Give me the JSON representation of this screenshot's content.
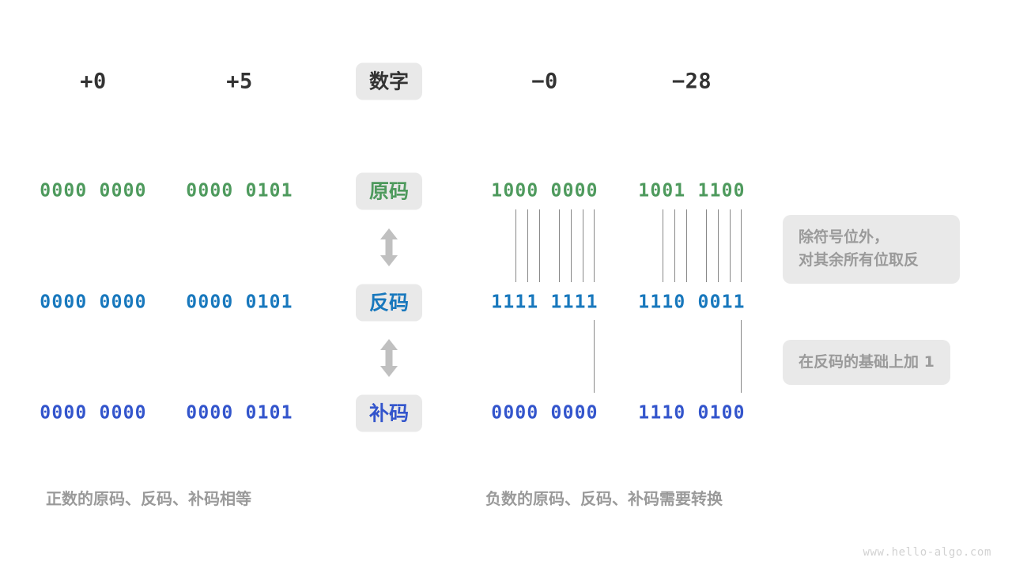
{
  "figure": {
    "watermark": "www.hello-algo.com",
    "colors": {
      "green": "#4e9a5d",
      "blue": "#1878bd",
      "indigo": "#3355cc",
      "chip_bg": "#e9e9e9",
      "muted": "#9a9a9a",
      "line": "#888888",
      "background": "#ffffff"
    }
  },
  "header": {
    "label_chip": "数字",
    "columns": [
      {
        "key": "pos0",
        "value": "+0"
      },
      {
        "key": "pos5",
        "value": "+5"
      },
      {
        "key": "neg0",
        "value": "−0"
      },
      {
        "key": "neg28",
        "value": "−28"
      }
    ]
  },
  "rows": [
    {
      "key": "sign-magnitude",
      "chip": "原码",
      "color": "green",
      "values": {
        "pos0": "0000 0000",
        "pos5": "0000 0101",
        "neg0": "1000 0000",
        "neg28": "1001 1100"
      }
    },
    {
      "key": "ones-complement",
      "chip": "反码",
      "color": "blue",
      "values": {
        "pos0": "0000 0000",
        "pos5": "0000 0101",
        "neg0": "1111 1111",
        "neg28": "1110 0011"
      }
    },
    {
      "key": "twos-complement",
      "chip": "补码",
      "color": "indigo",
      "values": {
        "pos0": "0000 0000",
        "pos5": "0000 0101",
        "neg0": "0000 0000",
        "neg28": "1110 0100"
      }
    }
  ],
  "annotations": [
    {
      "key": "invert-bits",
      "text": "除符号位外，\n对其余所有位取反"
    },
    {
      "key": "add-one",
      "text": "在反码的基础上加  1"
    }
  ],
  "captions": [
    {
      "key": "positive",
      "text": "正数的原码、反码、补码相等"
    },
    {
      "key": "negative",
      "text": "负数的原码、反码、补码需要转换"
    }
  ],
  "icons": {
    "arrow_between_rows": "double-arrow-vertical-icon"
  }
}
